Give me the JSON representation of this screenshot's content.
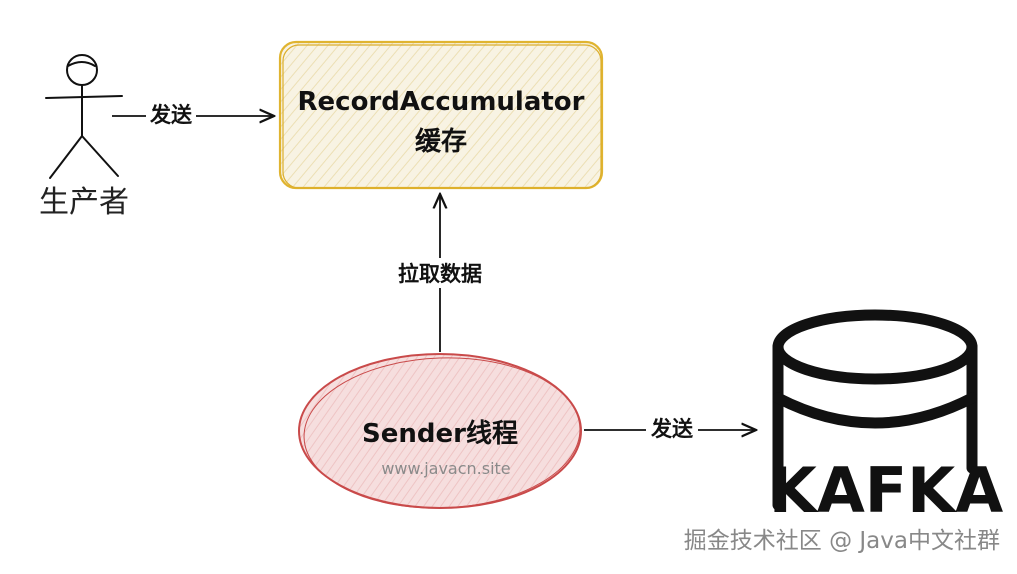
{
  "producer": {
    "label": "生产者"
  },
  "accumulator": {
    "title": "RecordAccumulator",
    "subtitle": "缓存"
  },
  "edges": {
    "producer_to_accumulator": "发送",
    "sender_to_accumulator": "拉取数据",
    "sender_to_kafka": "发送"
  },
  "sender": {
    "title": "Sender线程",
    "url": "www.javacn.site"
  },
  "kafka": {
    "label": "KAFKA"
  },
  "watermark": "掘金技术社区 @ Java中文社群",
  "colors": {
    "accumulator_fill": "#f8f3e3",
    "accumulator_stroke": "#e0b430",
    "sender_fill": "#f6dede",
    "sender_stroke": "#c94a4a",
    "ink": "#111111",
    "watermark": "#888888"
  }
}
